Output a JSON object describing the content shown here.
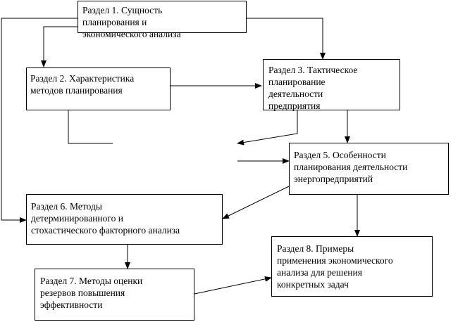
{
  "sections": [
    {
      "id": "s1",
      "text": "Раздел 1. Сущность\nпланирования и\nэкономического анализа"
    },
    {
      "id": "s2",
      "text": "Раздел 2. Характеристика\nметодов планирования"
    },
    {
      "id": "s3",
      "text": "Раздел 3. Тактическое\nпланирование\nдеятельности\nпредприятия"
    },
    {
      "id": "s5",
      "text": "Раздел 5. Особенности\nпланирования деятельности\nэнергопредприятий"
    },
    {
      "id": "s6",
      "text": "Раздел 6. Методы\nдетерминированного и\nстохастического факторного анализа"
    },
    {
      "id": "s7",
      "text": "Раздел 7. Методы оценки\nрезервов повышения\nэффективности"
    },
    {
      "id": "s8",
      "text": "Раздел 8. Примеры\nприменения экономического\nанализа для решения\nконкретных задач"
    }
  ],
  "connections": [
    {
      "from": "s1",
      "to": "s2"
    },
    {
      "from": "s1",
      "to": "s3"
    },
    {
      "from": "s1",
      "to": "s6"
    },
    {
      "from": "s2",
      "to": "s3"
    },
    {
      "from": "s3",
      "to": "s5"
    },
    {
      "from": "s5",
      "to": "s6"
    },
    {
      "from": "s5",
      "to": "s8"
    },
    {
      "from": "s6",
      "to": "s7"
    },
    {
      "from": "s7",
      "to": "s8"
    }
  ]
}
